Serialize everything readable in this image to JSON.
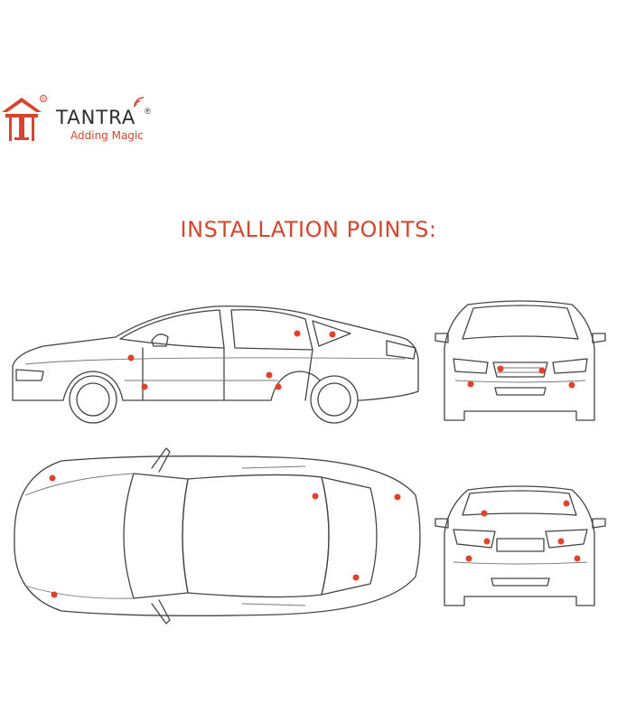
{
  "brand": {
    "name": "TANTRA",
    "registered_mark": "®",
    "tagline": "Adding Magic",
    "accent_color": "#d6452d"
  },
  "title": "INSTALLATION POINTS:",
  "installation_point_color": "#e0432a",
  "views": {
    "side": {
      "installation_points": 6
    },
    "front": {
      "installation_points": 4
    },
    "top": {
      "installation_points": 5
    },
    "rear": {
      "installation_points": 6
    }
  }
}
